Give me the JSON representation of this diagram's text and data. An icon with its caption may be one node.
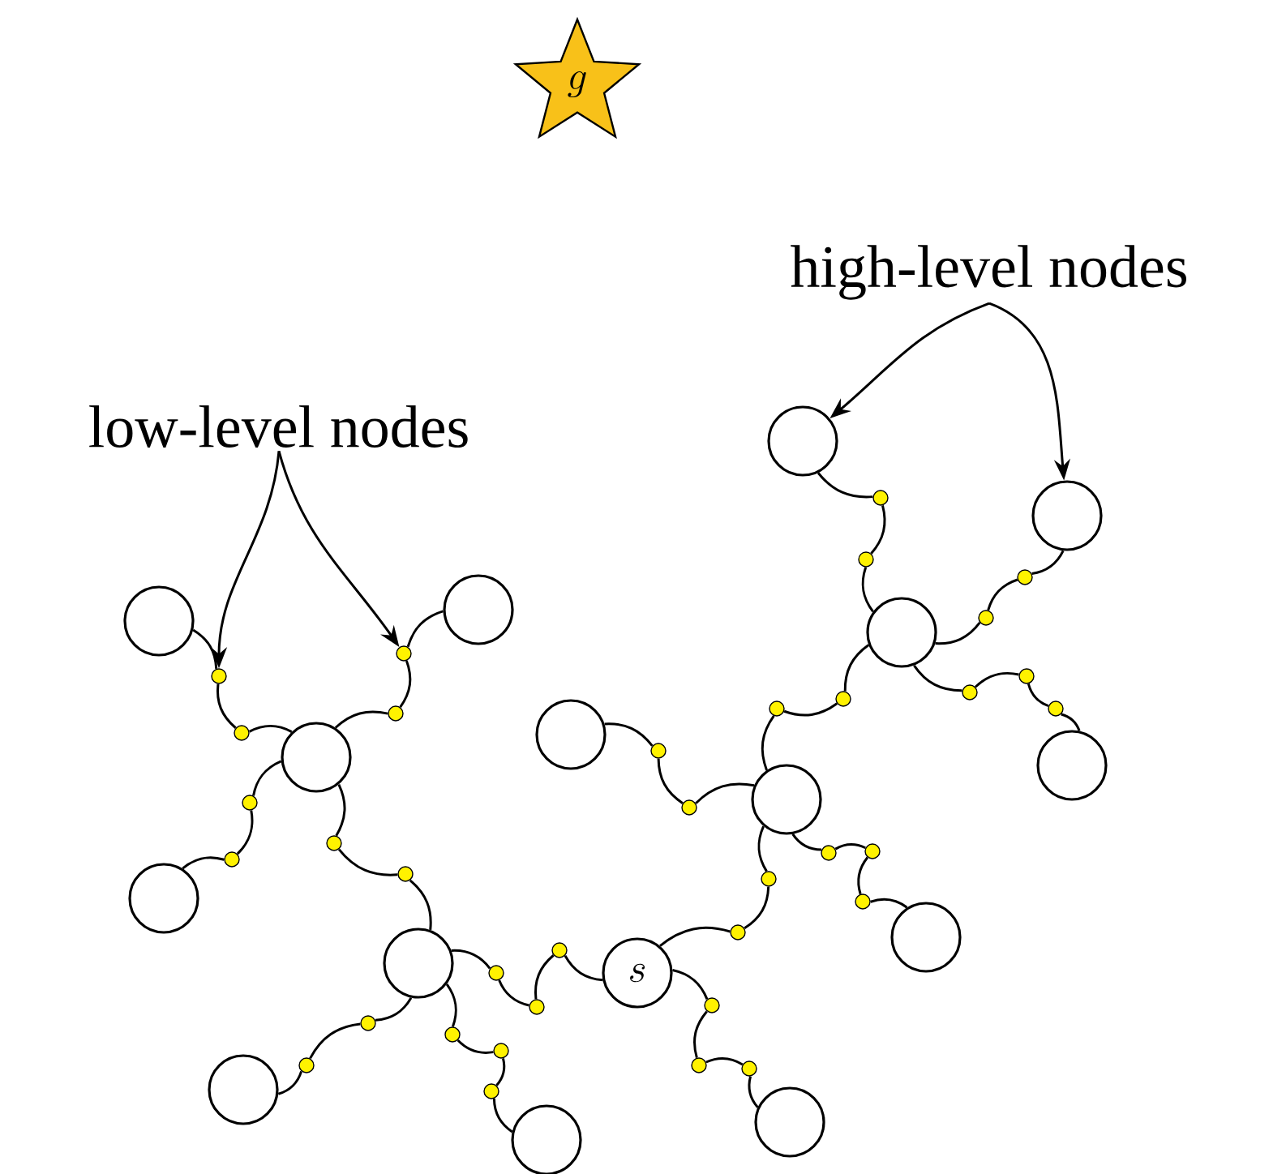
{
  "diagram": {
    "nodes": [
      {
        "text": [
          "g"
        ]
      },
      {
        "text": [
          "high-level nodes"
        ]
      },
      {
        "text": [
          "low-level nodes"
        ]
      },
      {
        "text": [],
        "shape": "circle"
      },
      {
        "text": [],
        "shape": "circle"
      },
      {
        "text": [],
        "shape": "circle"
      },
      {
        "text": [],
        "shape": "circle"
      },
      {
        "text": [],
        "shape": "circle"
      },
      {
        "text": [],
        "shape": "circle"
      },
      {
        "text": [],
        "shape": "circle"
      },
      {
        "text": [],
        "shape": "circle"
      },
      {
        "text": [],
        "shape": "circle"
      },
      {
        "text": [],
        "shape": "circle"
      },
      {
        "text": [],
        "shape": "circle"
      },
      {
        "text": [],
        "shape": "circle"
      },
      {
        "text": [
          "s"
        ]
      },
      {
        "text": [],
        "shape": "circle"
      },
      {
        "text": [],
        "shape": "circle"
      },
      {
        "text": [],
        "shape": "circle"
      },
      {
        "text": [],
        "shape": "dot"
      },
      {
        "text": [],
        "shape": "dot"
      },
      {
        "text": [],
        "shape": "dot"
      },
      {
        "text": [],
        "shape": "dot"
      },
      {
        "text": [],
        "shape": "dot"
      },
      {
        "text": [],
        "shape": "dot"
      },
      {
        "text": [],
        "shape": "dot"
      },
      {
        "text": [],
        "shape": "dot"
      },
      {
        "text": [],
        "shape": "dot"
      },
      {
        "text": [],
        "shape": "dot"
      },
      {
        "text": [],
        "shape": "dot"
      },
      {
        "text": [],
        "shape": "dot"
      },
      {
        "text": [],
        "shape": "dot"
      },
      {
        "text": [],
        "shape": "dot"
      },
      {
        "text": [],
        "shape": "dot"
      },
      {
        "text": [],
        "shape": "dot"
      },
      {
        "text": [],
        "shape": "dot"
      },
      {
        "text": [],
        "shape": "dot"
      },
      {
        "text": [],
        "shape": "dot"
      },
      {
        "text": [],
        "shape": "dot"
      },
      {
        "text": [],
        "shape": "dot"
      },
      {
        "text": [],
        "shape": "dot"
      },
      {
        "text": [],
        "shape": "dot"
      },
      {
        "text": [],
        "shape": "dot"
      },
      {
        "text": [],
        "shape": "dot"
      },
      {
        "text": [],
        "shape": "dot"
      },
      {
        "text": [],
        "shape": "dot"
      },
      {
        "text": [],
        "shape": "dot"
      },
      {
        "text": [],
        "shape": "dot"
      },
      {
        "text": [],
        "shape": "dot"
      },
      {
        "text": [],
        "shape": "dot"
      },
      {
        "text": [],
        "shape": "dot"
      },
      {
        "text": [],
        "shape": "dot"
      },
      {
        "text": [],
        "shape": "dot"
      },
      {
        "text": [],
        "shape": "dot"
      }
    ],
    "edges": [
      {
        "from": 1,
        "to": 3,
        "arrow": "to"
      },
      {
        "from": 1,
        "to": 4,
        "arrow": "to"
      },
      {
        "from": 2,
        "to": 24,
        "arrow": "to"
      },
      {
        "from": 2,
        "to": 23,
        "arrow": "to"
      },
      {
        "from": 3,
        "to": 19,
        "arrow": "none"
      },
      {
        "from": 19,
        "to": 20,
        "arrow": "none"
      },
      {
        "from": 20,
        "to": 7,
        "arrow": "none"
      },
      {
        "from": 4,
        "to": 21,
        "arrow": "none"
      },
      {
        "from": 21,
        "to": 22,
        "arrow": "none"
      },
      {
        "from": 22,
        "to": 7,
        "arrow": "none"
      },
      {
        "from": 5,
        "to": 23,
        "arrow": "none"
      },
      {
        "from": 23,
        "to": 30,
        "arrow": "none"
      },
      {
        "from": 30,
        "to": 9,
        "arrow": "none"
      },
      {
        "from": 6,
        "to": 24,
        "arrow": "none"
      },
      {
        "from": 24,
        "to": 31,
        "arrow": "none"
      },
      {
        "from": 31,
        "to": 9,
        "arrow": "none"
      },
      {
        "from": 7,
        "to": 25,
        "arrow": "none"
      },
      {
        "from": 25,
        "to": 26,
        "arrow": "none"
      },
      {
        "from": 26,
        "to": 27,
        "arrow": "none"
      },
      {
        "from": 27,
        "to": 10,
        "arrow": "none"
      },
      {
        "from": 7,
        "to": 29,
        "arrow": "none"
      },
      {
        "from": 29,
        "to": 28,
        "arrow": "none"
      },
      {
        "from": 28,
        "to": 11,
        "arrow": "none"
      },
      {
        "from": 8,
        "to": 32,
        "arrow": "none"
      },
      {
        "from": 32,
        "to": 33,
        "arrow": "none"
      },
      {
        "from": 33,
        "to": 11,
        "arrow": "none"
      },
      {
        "from": 9,
        "to": 34,
        "arrow": "none"
      },
      {
        "from": 34,
        "to": 35,
        "arrow": "none"
      },
      {
        "from": 35,
        "to": 12,
        "arrow": "none"
      },
      {
        "from": 9,
        "to": 36,
        "arrow": "none"
      },
      {
        "from": 36,
        "to": 37,
        "arrow": "none"
      },
      {
        "from": 37,
        "to": 14,
        "arrow": "none"
      },
      {
        "from": 11,
        "to": 38,
        "arrow": "none"
      },
      {
        "from": 38,
        "to": 39,
        "arrow": "none"
      },
      {
        "from": 39,
        "to": 40,
        "arrow": "none"
      },
      {
        "from": 40,
        "to": 13,
        "arrow": "none"
      },
      {
        "from": 11,
        "to": 41,
        "arrow": "none"
      },
      {
        "from": 41,
        "to": 42,
        "arrow": "none"
      },
      {
        "from": 42,
        "to": 15,
        "arrow": "none"
      },
      {
        "from": 14,
        "to": 43,
        "arrow": "none"
      },
      {
        "from": 43,
        "to": 44,
        "arrow": "none"
      },
      {
        "from": 44,
        "to": 45,
        "arrow": "none"
      },
      {
        "from": 45,
        "to": 15,
        "arrow": "none"
      },
      {
        "from": 15,
        "to": 46,
        "arrow": "none"
      },
      {
        "from": 46,
        "to": 47,
        "arrow": "none"
      },
      {
        "from": 47,
        "to": 48,
        "arrow": "none"
      },
      {
        "from": 48,
        "to": 17,
        "arrow": "none"
      },
      {
        "from": 14,
        "to": 49,
        "arrow": "none"
      },
      {
        "from": 49,
        "to": 50,
        "arrow": "none"
      },
      {
        "from": 50,
        "to": 51,
        "arrow": "none"
      },
      {
        "from": 51,
        "to": 18,
        "arrow": "none"
      },
      {
        "from": 14,
        "to": 52,
        "arrow": "none"
      },
      {
        "from": 52,
        "to": 53,
        "arrow": "none"
      },
      {
        "from": 53,
        "to": 16,
        "arrow": "none"
      }
    ]
  }
}
